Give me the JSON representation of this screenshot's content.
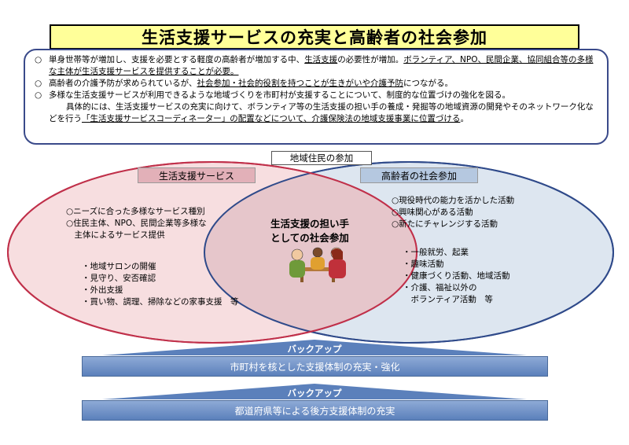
{
  "title": "生活支援サービスの充実と高齢者の社会参加",
  "intro": {
    "bullet_mark": "○",
    "b1_a": "単身世帯等が増加し、支援を必要とする軽度の高齢者が増加する中、",
    "b1_u1": "生活支援",
    "b1_b": "の必要性が増加。",
    "b1_u2": "ボランティア、NPO、民間企業、協同組合等の多様な主体が生活支援サービスを提供することが必要。",
    "b2_a": "高齢者の介護予防が求められているが、",
    "b2_u": "社会参加・社会的役割を持つことが生きがいや介護予防",
    "b2_b": "につながる。",
    "b3_a": "多様な生活支援サービスが利用できるような地域づくりを市町村が支援することについて、制度的な位置づけの強化を図る。",
    "b3_c": "具体的には、生活支援サービスの充実に向けて、ボランティア等の生活支援の担い手の養成・発掘等の地域資源の開発やそのネットワーク化などを行う",
    "b3_u": "「生活支援サービスコーディネーター」の配置などについて、介護保険法の地域支援事業に位置づける",
    "b3_end": "。"
  },
  "diagram": {
    "top_label": "地域住民の参加",
    "left_label": "生活支援サービス",
    "right_label": "高齢者の社会参加",
    "center_line1": "生活支援の担い手",
    "center_line2": "としての社会参加",
    "left_items": [
      "○ニーズに合った多様なサービス種別",
      "○住民主体、NPO、民間企業等多様な",
      "　主体によるサービス提供"
    ],
    "left_sub": [
      "・地域サロンの開催",
      "・見守り、安否確認",
      "・外出支援",
      "・買い物、調理、掃除などの家事支援　等"
    ],
    "right_items": [
      "○現役時代の能力を活かした活動",
      "○興味関心がある活動",
      "○新たにチャレンジする活動"
    ],
    "right_sub": [
      "・一般就労、起業",
      "・趣味活動",
      "・健康づくり活動、地域活動",
      "・介護、福祉以外の",
      "　ボランティア活動　等"
    ]
  },
  "backup1": "バックアップ",
  "bar1": "市町村を核とした支援体制の充実・強化",
  "backup2": "バックアップ",
  "bar2": "都道府県等による後方支援体制の充実",
  "colors": {
    "title_bg": "#ffff99",
    "left_circle": "#f6dadd",
    "right_circle": "#dde6f0",
    "bar": "#6d8fc6"
  }
}
